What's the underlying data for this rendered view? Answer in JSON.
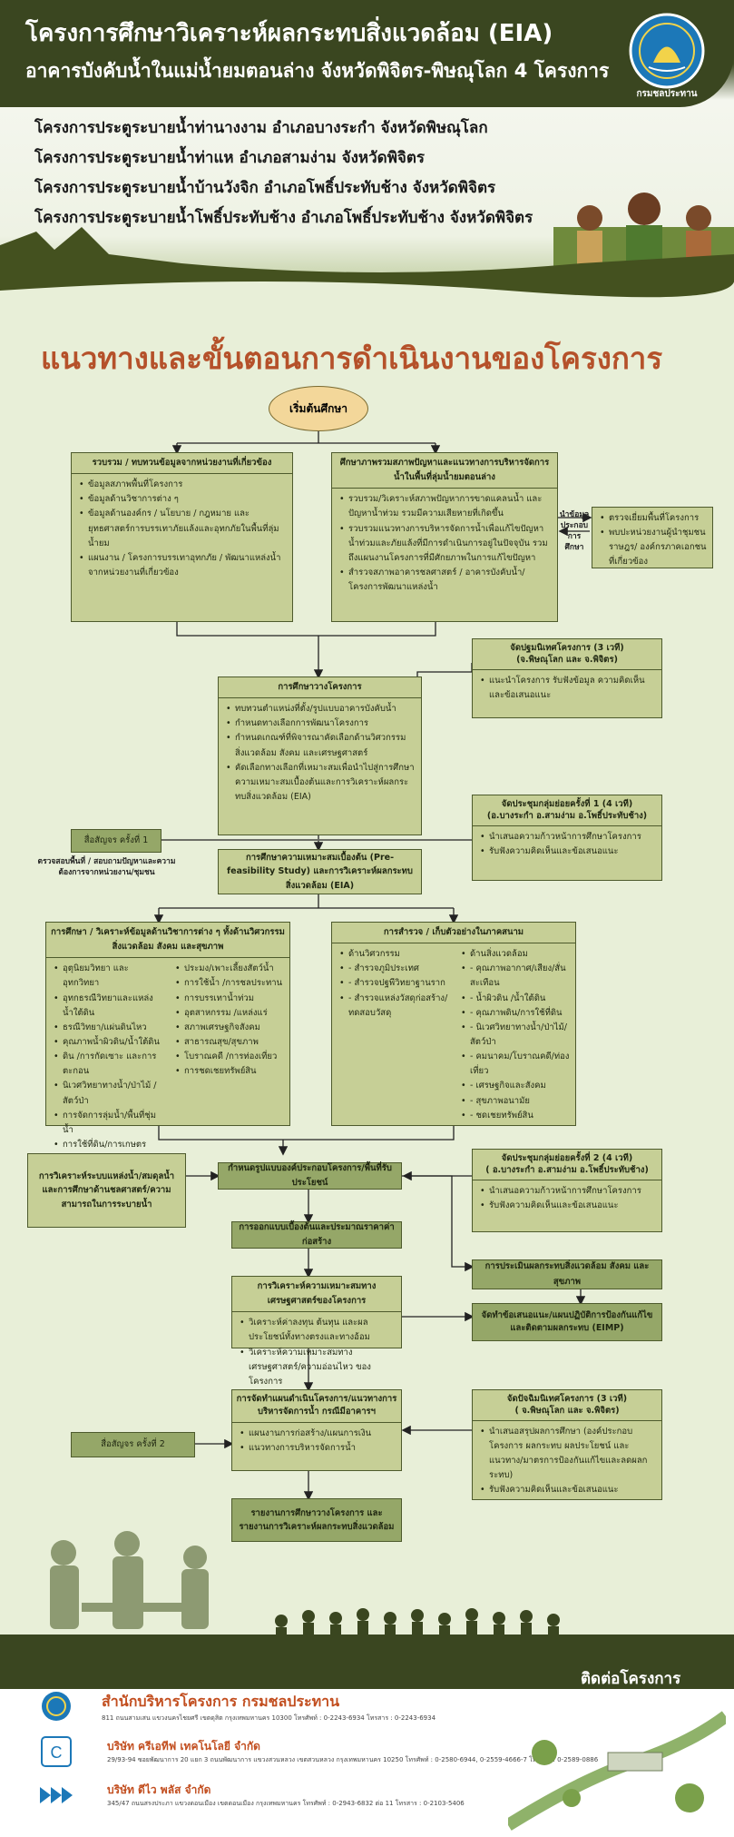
{
  "header": {
    "title_1": "โครงการศึกษาวิเคราะห์ผลกระทบสิ่งแวดล้อม (EIA)",
    "title_2": "อาคารบังคับน้ำในแม่น้ำยมตอนล่าง จังหวัดพิจิตร-พิษณุโลก 4 โครงการ",
    "logo_caption": "กรมชลประทาน",
    "projects": [
      "โครงการประตูระบายน้ำท่านางงาม อำเภอบางระกำ  จังหวัดพิษณุโลก",
      "โครงการประตูระบายน้ำท่าแห อำเภอสามง่าม จังหวัดพิจิตร",
      "โครงการประตูระบายน้ำบ้านวังจิก อำเภอโพธิ์ประทับช้าง จังหวัดพิจิตร",
      "โครงการประตูระบายน้ำโพธิ์ประทับช้าง อำเภอโพธิ์ประทับช้าง จังหวัดพิจิตร"
    ]
  },
  "flow": {
    "title": "แนวทางและขั้นตอนการดำเนินงานของโครงการ",
    "start": "เริ่มต้นศึกษา",
    "collect": {
      "title": "รวบรวม / ทบทวนข้อมูลจากหน่วยงานที่เกี่ยวข้อง",
      "items": [
        "ข้อมูลสภาพพื้นที่โครงการ",
        "ข้อมูลด้านวิชาการต่าง ๆ",
        "ข้อมูลด้านองค์กร / นโยบาย / กฎหมาย และยุทธศาสตร์การบรรเทาภัยแล้งและอุทกภัยในพื้นที่ลุ่มน้ำยม",
        "แผนงาน / โครงการบรรเทาอุทกภัย / พัฒนาแหล่งน้ำจากหน่วยงานที่เกี่ยวข้อง"
      ]
    },
    "study_issues": {
      "title": "ศึกษาภาพรวมสภาพปัญหาและแนวทางการบริหารจัดการน้ำในพื้นที่ลุ่มน้ำยมตอนล่าง",
      "items": [
        "รวบรวม/วิเคราะห์สภาพปัญหาการขาดแคลนน้ำ และปัญหาน้ำท่วม รวมมีความเสียหายที่เกิดขึ้น",
        "รวบรวมแนวทางการบริหารจัดการน้ำเพื่อแก้ไขปัญหาน้ำท่วมและภัยแล้งที่มีการดำเนินการอยู่ในปัจจุบัน รวมถึงแผนงานโครงการที่มีศักยภาพในการแก้ไขปัญหา",
        "สำรวจสภาพอาคารชลศาสตร์ / อาคารบังคับน้ำ/โครงการพัฒนาแหล่งน้ำ"
      ]
    },
    "data_label": "นำข้อมูลประกอบการศึกษา",
    "verify": {
      "items": [
        "ตรวจเยี่ยมพื้นที่โครงการ",
        "พบปะหน่วยงานผู้นำชุมชน ราษฎร/ องค์กรภาคเอกชนที่เกี่ยวข้อง"
      ]
    },
    "orientation": {
      "title": "จัดปฐมนิเทศโครงการ (3 เวที)",
      "subtitle": "(จ.พิษณุโลก และ จ.พิจิตร)",
      "items": [
        "แนะนำโครงการ รับฟังข้อมูล ความคิดเห็นและข้อเสนอแนะ"
      ]
    },
    "overview": {
      "title": "การศึกษาวางโครงการ",
      "items": [
        "ทบทวนตำแหน่งที่ตั้ง/รูปแบบอาคารบังคับน้ำ",
        "กำหนดทางเลือกการพัฒนาโครงการ",
        "กำหนดเกณฑ์ที่พิจารณาคัดเลือกด้านวิศวกรรม สิ่งแวดล้อม สังคม และเศรษฐศาสตร์",
        "คัดเลือกทางเลือกที่เหมาะสมเพื่อนำไปสู่การศึกษาความเหมาะสมเบื้องต้นและการวิเคราะห์ผลกระทบสิ่งแวดล้อม (EIA)"
      ]
    },
    "meeting1": {
      "title": "จัดประชุมกลุ่มย่อยครั้งที่ 1  (4 เวที)",
      "subtitle": "(อ.บางระกำ อ.สามง่าม อ.โพธิ์ประทับช้าง)",
      "items": [
        "นำเสนอความก้าวหน้าการศึกษาโครงการ",
        "รับฟังความคิดเห็นและข้อเสนอแนะ"
      ]
    },
    "media1": "สื่อสัญจร ครั้งที่ 1",
    "media1_note": "ตรวจสอบพื้นที่ / สอบถามปัญหาและความต้องการจากหน่วยงาน/ชุมชน",
    "prefeas": "การศึกษาความเหมาะสมเบื้องต้น (Pre-feasibility Study) และการวิเคราะห์ผลกระทบสิ่งแวดล้อม (EIA)",
    "analysis": {
      "title": "การศึกษา / วิเคราะห์ข้อมูลด้านวิชาการต่าง ๆ ทั้งด้านวิศวกรรม สิ่งแวดล้อม สังคม และสุขภาพ",
      "col1": [
        "อุตุนิยมวิทยา และอุทกวิทยา",
        "อุทกธรณีวิทยาและแหล่งน้ำใต้ดิน",
        "ธรณีวิทยา/แผ่นดินไหว",
        "คุณภาพน้ำผิวดิน/น้ำใต้ดิน",
        "ดิน /การกัดเซาะ และการตะกอน",
        "นิเวศวิทยาทางน้ำ/ป่าไม้ /สัตว์ป่า",
        "การจัดการลุ่มน้ำ/พื้นที่ชุ่มน้ำ",
        "การใช้ที่ดิน/การเกษตร"
      ],
      "col2": [
        "ประมง/เพาะเลี้ยงสัตว์น้ำ",
        "การใช้น้ำ /การชลประทาน",
        "การบรรเทาน้ำท่วม",
        "อุตสาหกรรม /แหล่งแร่",
        "สภาพเศรษฐกิจสังคม",
        "สาธารณสุข/สุขภาพ",
        "โบราณคดี /การท่องเที่ยว",
        "การชดเชยทรัพย์สิน"
      ]
    },
    "survey": {
      "title": "การสำรวจ / เก็บตัวอย่างในภาคสนาม",
      "col1": [
        "ด้านวิศวกรรม",
        "- สำรวจภูมิประเทศ",
        "- สำรวจปฐพีวิทยาฐานราก",
        "- สำรวจแหล่งวัสดุก่อสร้าง/ทดสอบวัสดุ"
      ],
      "col2": [
        "ด้านสิ่งแวดล้อม",
        "- คุณภาพอากาศ/เสียง/สั่นสะเทือน",
        "- น้ำผิวดิน /น้ำใต้ดิน",
        "- คุณภาพดิน/การใช้ที่ดิน",
        "- นิเวศวิทยาทางน้ำ/ป่าไม้/สัตว์ป่า",
        "- คมนาคม/โบราณคดี/ท่องเที่ยว",
        "- เศรษฐกิจและสังคม",
        "- สุขภาพอนามัย",
        "- ชดเชยทรัพย์สิน"
      ]
    },
    "water_system": "การวิเคราะห์ระบบแหล่งน้ำ/สมดุลน้ำและการศึกษาด้านชลศาสตร์/ความสามารถในการระบายน้ำ",
    "layout": "กำหนดรูปแบบองค์ประกอบโครงการ/พื้นที่รับประโยชน์",
    "meeting2": {
      "title": "จัดประชุมกลุ่มย่อยครั้งที่ 2  (4 เวที)",
      "subtitle": "( อ.บางระกำ อ.สามง่าม อ.โพธิ์ประทับช้าง)",
      "items": [
        "นำเสนอความก้าวหน้าการศึกษาโครงการ",
        "รับฟังความคิดเห็นและข้อเสนอแนะ"
      ]
    },
    "design": "การออกแบบเบื้องต้นและประมาณราคาค่าก่อสร้าง",
    "impact_assess": "การประเมินผลกระทบสิ่งแวดล้อม สังคม และสุขภาพ",
    "econ": {
      "title": "การวิเคราะห์ความเหมาะสมทางเศรษฐศาสตร์ของโครงการ",
      "items": [
        "วิเคราะห์ค่าลงทุน ต้นทุน และผลประโยชน์ทั้งทางตรงและทางอ้อม",
        "วิเคราะห์ความเหมาะสมทางเศรษฐศาสตร์/ความอ่อนไหว ของโครงการ"
      ]
    },
    "eimp": "จัดทำข้อเสนอแนะ/แผนปฏิบัติการป้องกันแก้ไขและติดตามผลกระทบ (EIMP)",
    "plan": {
      "title": "การจัดทำแผนดำเนินโครงการ/แนวทางการบริหารจัดการน้ำ กรณีมีอาคารฯ",
      "items": [
        "แผนงานการก่อสร้าง/แผนการเงิน",
        "แนวทางการบริหารจัดการน้ำ"
      ]
    },
    "closing": {
      "title": "จัดปัจฉิมนิเทศโครงการ (3 เวที)",
      "subtitle": "( จ.พิษณุโลก และ จ.พิจิตร)",
      "items": [
        "นำเสนอสรุปผลการศึกษา (องค์ประกอบโครงการ ผลกระทบ ผลประโยชน์ และแนวทาง/มาตรการป้องกันแก้ไขและลดผลกระทบ)",
        "รับฟังความคิดเห็นและข้อเสนอแนะ"
      ]
    },
    "media2": "สื่อสัญจร ครั้งที่ 2",
    "report": "รายงานการศึกษาวางโครงการ และรายงานการวิเคราะห์ผลกระทบสิ่งแวดล้อม"
  },
  "footer": {
    "contact": "ติดต่อโครงการ",
    "orgs": [
      {
        "name": "สำนักบริหารโครงการ กรมชลประทาน",
        "addr": "811 ถนนสามเสน แขวงนครไชยศรี เขตดุสิต กรุงเทพมหานคร 10300   โทรศัพท์ : 0-2243-6934   โทรสาร : 0-2243-6934"
      },
      {
        "name": "บริษัท ครีเอทีฟ เทคโนโลยี จำกัด",
        "addr": "29/93-94 ซอยพัฒนาการ 20 แยก 3 ถนนพัฒนาการ แขวงสวนหลวง เขตสวนหลวง กรุงเทพมหานคร 10250  โทรศัพท์ : 0-2580-6944, 0-2559-4666-7  โทรสาร : 0-2589-0886"
      },
      {
        "name": "บริษัท ดีไว พลัส จำกัด",
        "addr": "345/47 ถนนสรงประภา แขวงดอนเมือง เขตดอนเมือง กรุงเทพมหานคร  โทรศัพท์ : 0-2943-6832 ต่อ 11  โทรสาร : 0-2103-5406"
      }
    ]
  },
  "colors": {
    "dark_olive": "#3a4620",
    "box_light": "#c6cf96",
    "box_dark": "#95a768",
    "title_orange": "#b5512a"
  }
}
